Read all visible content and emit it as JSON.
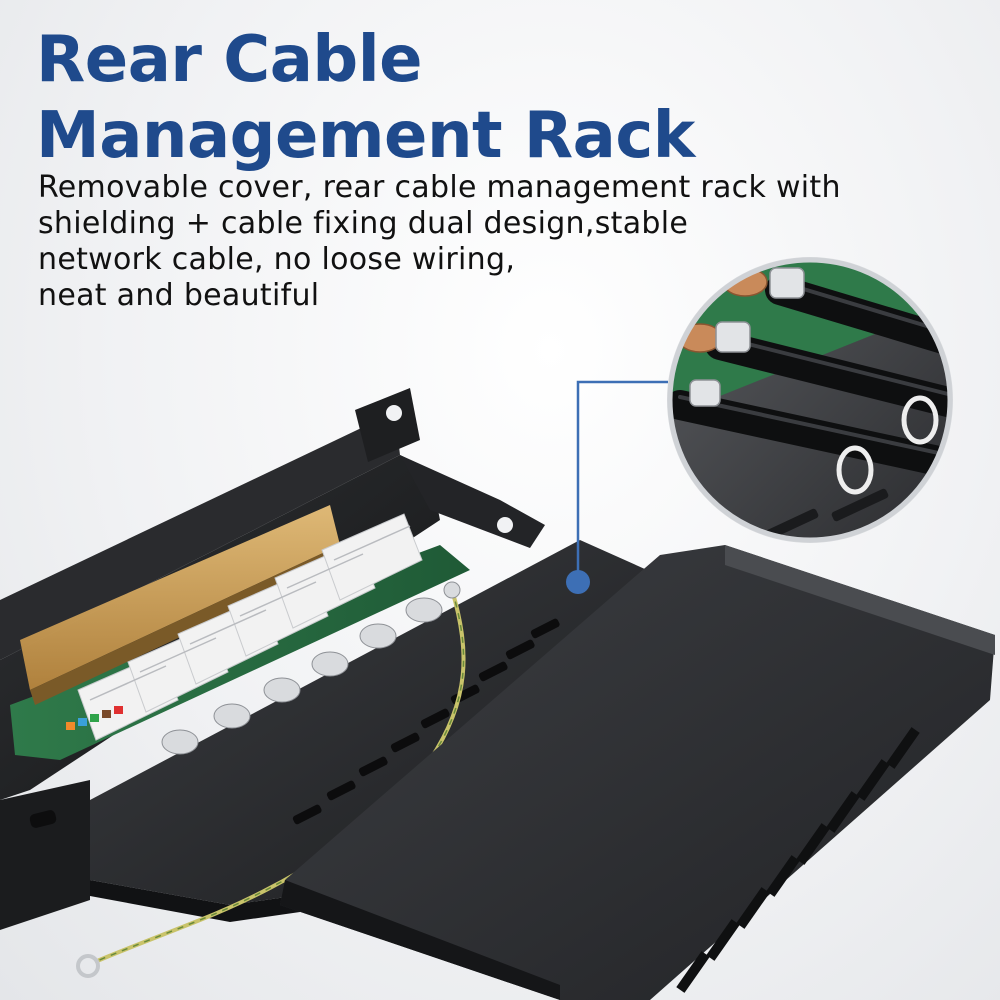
{
  "heading": {
    "line1": "Rear Cable",
    "line2": "Management Rack"
  },
  "description": {
    "line1": "Removable cover, rear cable management rack with",
    "line2": "shielding + cable fixing dual design,stable",
    "line3": "network cable, no loose wiring,",
    "line4": "neat and beautiful"
  },
  "colors": {
    "heading": "#1f4a8c",
    "callout": "#3d6fb5",
    "body_text": "#111111"
  },
  "illustration": {
    "subject": "patch-panel-rear-cable-management",
    "keystone_module_count": 6,
    "callout": "zoom-cable-clamps"
  }
}
